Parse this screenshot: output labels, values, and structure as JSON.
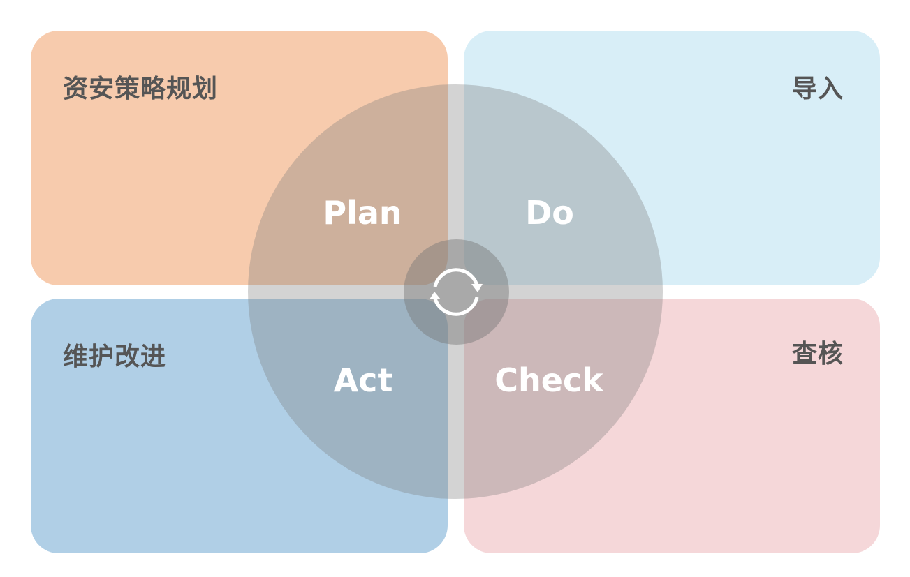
{
  "quadrants": {
    "top_left": {
      "label": "资安策略规划",
      "color": "#f7cbad"
    },
    "top_right": {
      "label": "导入",
      "color": "#d8eef7"
    },
    "bottom_left": {
      "label": "维护改进",
      "color": "#b0cfe6"
    },
    "bottom_right": {
      "label": "查核",
      "color": "#f5d7d9"
    }
  },
  "cycle": {
    "plan": "Plan",
    "do": "Do",
    "act": "Act",
    "check": "Check",
    "center_icon": "refresh-cycle-icon"
  }
}
